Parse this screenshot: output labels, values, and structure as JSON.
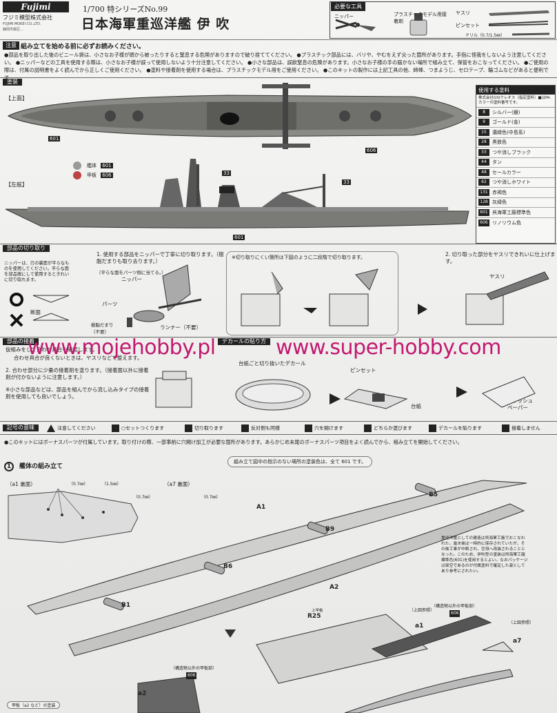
{
  "header": {
    "logo": "Fujimi",
    "maker_jp": "フジミ模型株式会社",
    "maker_en": "FUJIMI MOKEI CO.,LTD.",
    "maker_addr": "静岡市葵区...",
    "series": "1/700 特シリーズNo.99",
    "title": "日本海軍重巡洋艦 伊 吹"
  },
  "tools": {
    "heading": "必要な工具",
    "nipper": "ニッパー",
    "cement": "プラスチックモデル用接着剤",
    "file": "ヤスリ",
    "tweezers": "ピンセット",
    "drill": "ドリル（0.7/1.5㎜）"
  },
  "caution": {
    "tag": "注意",
    "title": "組み立てを始める前に必ずお読みください。",
    "text": "●部品を取り出した後のビニール袋は、小さなお子様が頭から被ったりすると窒息する危険がありますので破り捨ててください。 ●プラスチック部品には、バリや、やむをえず尖った箇所があります。手指に怪我をしないよう注意してください。 ●ニッパーなどの工具を使用する際は、小さなお子様が誤って使用しないよう十分注意してください。 ●小さな部品は、誤飲窒息の危険があります。小さなお子様の手の届かない場所で組み立て、保管をおこなってください。 ●ご使用の際は、付属の説明書をよく読んでから正しくご使用ください。 ●塗料や接着剤を使用する場合は、プラスチックモデル用をご使用ください。 ●このキットの製作には上記工具の他、綿棒、つまようじ、セロテープ、輪ゴムなどがあると便利です。"
  },
  "paint": {
    "section": "塗装",
    "top_view": "【上面】",
    "side_view": "【左舷】",
    "callouts": [
      "601",
      "606",
      "33",
      "33",
      "601"
    ],
    "legend": [
      {
        "label": "艦体",
        "code": "601"
      },
      {
        "label": "甲板",
        "code": "606"
      }
    ],
    "table_head": "使用する塗料",
    "table_sub": "株式会社GSIクレオス（指定塗料）■はMr.カラーの塗料番号です。",
    "colors": [
      {
        "code": "8",
        "name": "シルバー(銀)"
      },
      {
        "code": "9",
        "name": "ゴールド(金)"
      },
      {
        "code": "15",
        "name": "濃緑色(中島系)"
      },
      {
        "code": "28",
        "name": "黒鉄色"
      },
      {
        "code": "33",
        "name": "つや消しブラック"
      },
      {
        "code": "44",
        "name": "タン"
      },
      {
        "code": "48",
        "name": "セールカラー"
      },
      {
        "code": "62",
        "name": "つや消しホワイト"
      },
      {
        "code": "131",
        "name": "赤褐色"
      },
      {
        "code": "128",
        "name": "灰緑色"
      },
      {
        "code": "601",
        "name": "呉海軍工廠標準色"
      },
      {
        "code": "606",
        "name": "リノリウム色"
      }
    ]
  },
  "cutting": {
    "section": "部品の切り取り",
    "step1": "1. 使用する部品をニッパーで丁寧に切り取ります。（樹脂だまりも取り去ります。）",
    "nipper_note": "ニッパーは、刃の裏面が平らなものを使用してください。平らな面を部品側にして使用するときれいに切り取れます。",
    "flat_side": "（平らな面をパーツ側に当てる。）",
    "nipper": "ニッパー",
    "parts": "パーツ",
    "resin": "樹脂だまり（不要）",
    "runner": "ランナー（不要）",
    "section_word": "断面",
    "hard_note": "※切り取りにくい箇所は下図のように二段階で切り取ります。",
    "step2": "2. 切り取った部分をヤスリできれいに仕上げます。",
    "file": "ヤスリ"
  },
  "glue": {
    "section": "部品の接着",
    "step1a": "仮組みをして合わせ具合を確認します。",
    "step1b": "合わせ具合が良くないときは、ヤスリなどで整えます。",
    "step2": "2. 合わせ部分に少量の接着剤を塗ります。（接着面以外に接着剤が付かないように注意します。）",
    "note": "※小さな部品などは、部品を組んでから流し込みタイプの接着剤を使用しても良いでしょう。"
  },
  "decal": {
    "section": "デカールの貼り方",
    "cut": "台紙ごと切り抜いたデカール",
    "tweezers": "ピンセット",
    "backing": "台紙",
    "tissue": "ティッシュペーパー"
  },
  "watermark": {
    "left": "www.mojehobby.pl",
    "right": "www.super-hobby.com"
  },
  "symbols": {
    "section": "記号の意味",
    "items": [
      "注意してください",
      "○セットつくります",
      "切り取ります",
      "反対側も同様",
      "穴を開けます",
      "どちらか選びます",
      "デカールを貼ります",
      "接着しません"
    ]
  },
  "bonus_note": "●このキットにはボーナスパーツが付属しています。取り付けの際、一部事前に穴開け加工が必要な箇所があります。あらかじめ末尾のボーナスパーツ項目をよく読んでから、組み立てを開始してください。",
  "step1": {
    "number": "1",
    "title": "艦体の組み立て",
    "paint_note": "組み立て図中の指示のない場所の塗装色は、全て 601 です。",
    "a1_label": "（a1 裏面）",
    "a7_label": "（a7 裏面）",
    "drill_a": "（0.7㎜）",
    "drill_b": "（1.5㎜）",
    "drill_c": "（0.7㎜）",
    "drill_d": "（0.7㎜）",
    "parts": [
      "A1",
      "B5",
      "B9",
      "B6",
      "A2",
      "B1",
      "R25",
      "a1",
      "a7",
      "a2"
    ],
    "upper_ref": "（上図参照）",
    "structure_deck": "（構造物以外の甲板部）",
    "deck_code": "606",
    "deck_paint": "甲板（a2 など）の塗装",
    "upper_mark": "上甲板",
    "history_note": "重巡洋艦としての建造は呉海軍工廠でおこなわれた。進水後は一時的に保存されていたが、その後工事が中断され、空母へ改装されることとなった。このため、伊吹型の塗装は呉海軍工廠標準色(601)を使用するとよい。なおパッケージは架空であるのが付属塗料で確定した姿としてあり参考にされたい。"
  }
}
